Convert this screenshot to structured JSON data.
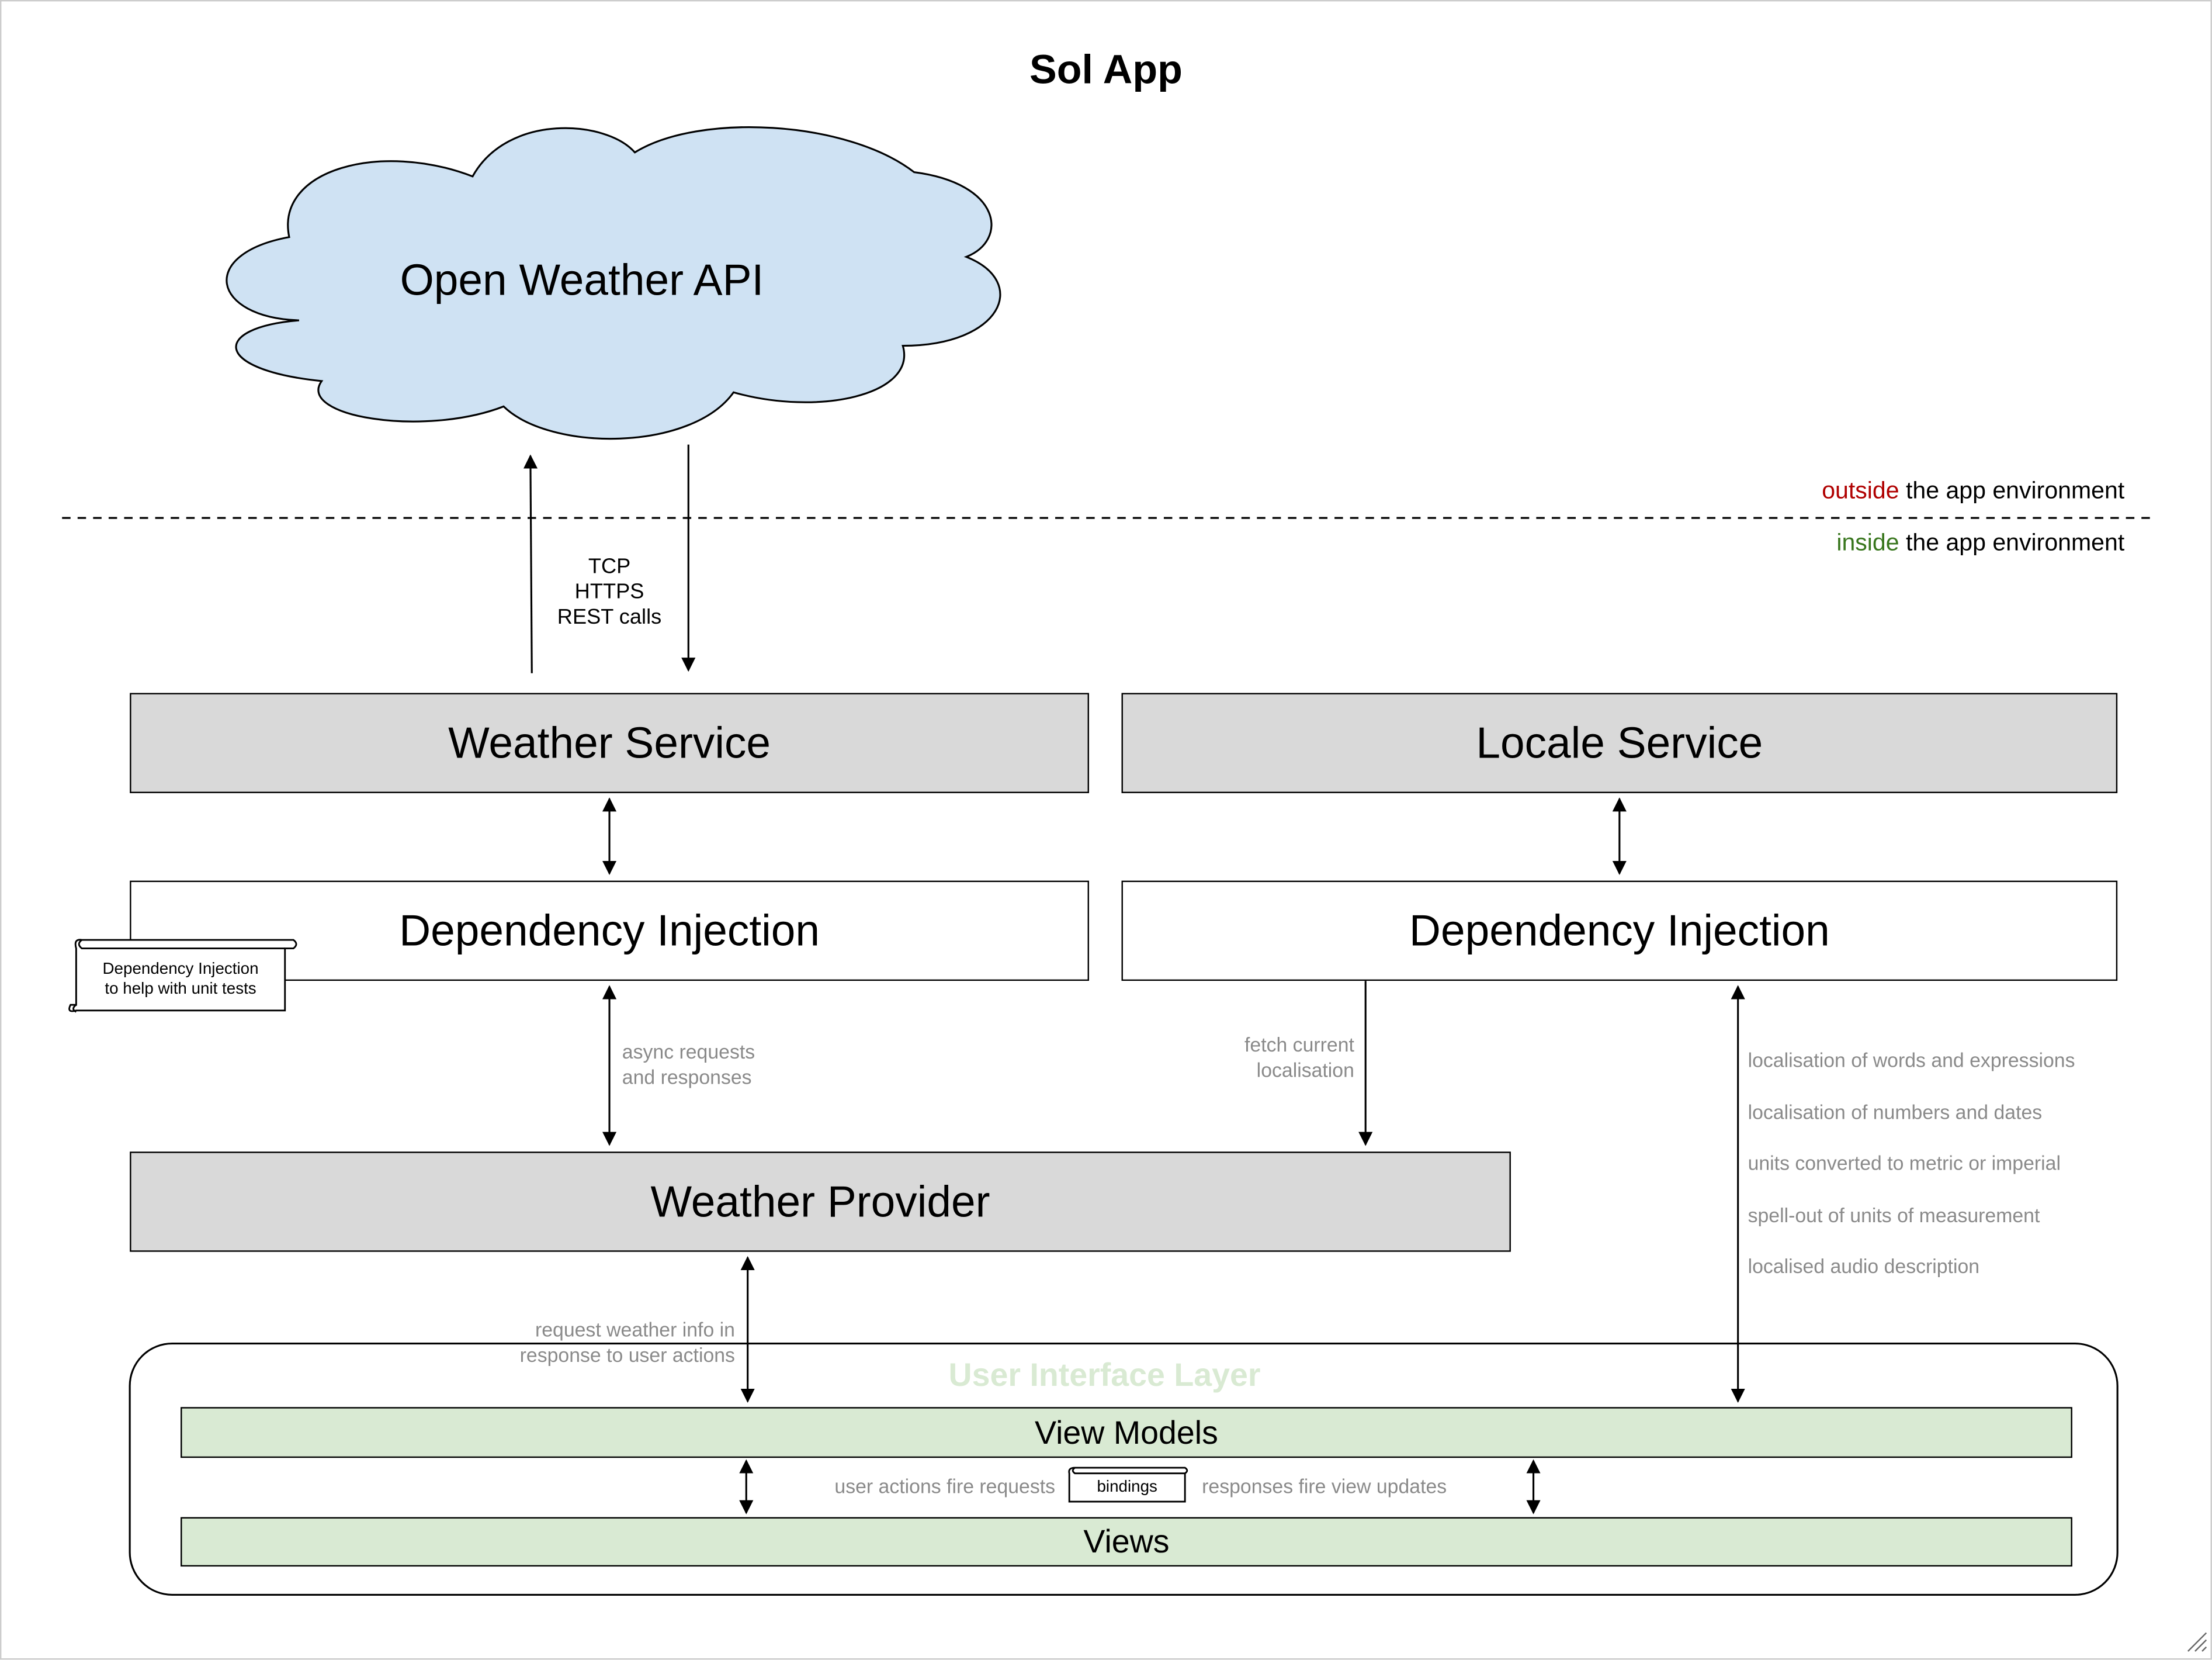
{
  "title": "Sol App",
  "cloud_label": "Open Weather API",
  "boundary": {
    "outside_word": "outside",
    "outside_rest": " the app environment",
    "inside_word": "inside",
    "inside_rest": " the app environment",
    "outside_color": "#b00000",
    "inside_color": "#38761d"
  },
  "protocol_lines": [
    "TCP",
    "HTTPS",
    "REST calls"
  ],
  "boxes": {
    "weather_service": "Weather Service",
    "locale_service": "Locale Service",
    "di_left": "Dependency Injection",
    "di_right": "Dependency Injection",
    "weather_provider": "Weather Provider",
    "view_models": "View Models",
    "views": "Views"
  },
  "note": {
    "line1": "Dependency Injection",
    "line2": "to help with unit tests"
  },
  "labels": {
    "async_1": "async requests",
    "async_2": "and responses",
    "fetch_1": "fetch current",
    "fetch_2": "localisation",
    "request_1": "request weather info in",
    "request_2": "response to user actions",
    "ui_layer": "User Interface Layer",
    "user_actions": "user actions fire requests",
    "bindings": "bindings",
    "responses": "responses fire view updates"
  },
  "localisation_items": [
    "localisation of words and expressions",
    "localisation of numbers and dates",
    "units converted to metric or imperial",
    "spell-out of units of measurement",
    "localised audio description"
  ],
  "colors": {
    "gray_box": "#d9d9d9",
    "cloud_fill": "#cfe2f3",
    "green_box": "#d9ead3",
    "ui_layer_title": "#d9ead3",
    "annotation_gray": "#8a8a8a"
  }
}
